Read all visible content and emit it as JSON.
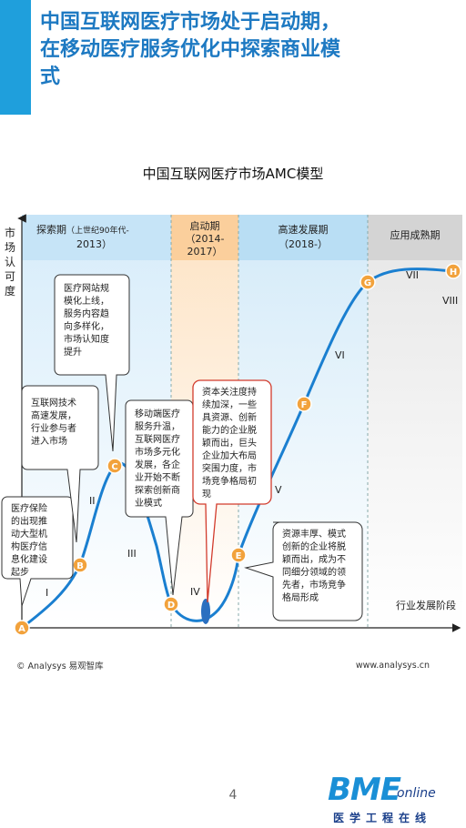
{
  "header": {
    "title_lines": [
      "中国互联网医疗市场处于启动期，",
      "在移动医疗服务优化中探索商业模",
      "式"
    ]
  },
  "diagram": {
    "subtitle": "中国互联网医疗市场AMC模型",
    "y_axis_label": [
      "市",
      "场",
      "认",
      "可",
      "度"
    ],
    "x_axis_label": "行业发展阶段",
    "phases": [
      {
        "name": "探索期",
        "period": "（上世纪90年代-",
        "period2": "2013）"
      },
      {
        "name": "启动期",
        "period": "（2014-",
        "period2": "2017）"
      },
      {
        "name": "高速发展期",
        "period": "（2018-）",
        "period2": ""
      },
      {
        "name": "应用成熟期",
        "period": "",
        "period2": ""
      }
    ],
    "points": [
      "A",
      "B",
      "C",
      "D",
      "E",
      "F",
      "G",
      "H"
    ],
    "stages": [
      "I",
      "II",
      "III",
      "IV",
      "V",
      "VI",
      "VII",
      "VIII"
    ],
    "notes": [
      [
        "医疗保险",
        "的出现推",
        "动大型机",
        "构医疗信",
        "息化建设",
        "起步"
      ],
      [
        "互联网技术",
        "高速发展，",
        "行业参与者",
        "进入市场"
      ],
      [
        "医疗网站规",
        "模化上线，",
        "服务内容趋",
        "向多样化，",
        "市场认知度",
        "提升"
      ],
      [
        "移动端医疗",
        "服务升温，",
        "互联网医疗",
        "市场多元化",
        "发展，各企",
        "业开始不断",
        "探索创新商",
        "业模式"
      ],
      [
        "资本关注度持",
        "续加深，一些",
        "具资源、创新",
        "能力的企业脱",
        "颖而出，巨头",
        "企业加大布局",
        "突围力度，市",
        "场竞争格局初",
        "现"
      ],
      [
        "资源丰厚、模式",
        "创新的企业将脱",
        "颖而出，成为不",
        "同细分领域的领",
        "先者，市场竞争",
        "格局形成"
      ]
    ]
  },
  "footer": {
    "source": "© Analysys 易观智库",
    "url": "www.analysys.cn",
    "page_number": "4"
  },
  "logo": {
    "main": "BME",
    "sub": "online",
    "cn": "医学工程在线"
  },
  "colors": {
    "title": "#1d79c2",
    "accent_bar": "#1f9fdc",
    "curve": "#1a7fd0",
    "point": "#f2a23c",
    "phase1": "#c9e6f7",
    "phase2": "#fbd6a8",
    "phase3": "#bfe0f5",
    "phase4": "#d9d9d9"
  }
}
